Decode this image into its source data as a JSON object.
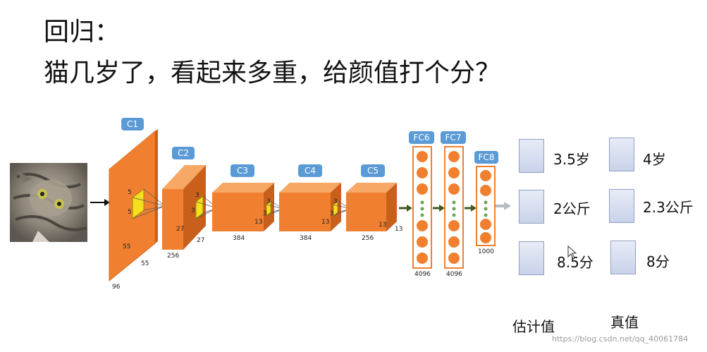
{
  "title": {
    "line1": "回归：",
    "line2": "猫几岁了，看起来多重，给颜值打个分？"
  },
  "network": {
    "layers": [
      {
        "tag": "C1",
        "dims": [
          "5",
          "5",
          "55",
          "55",
          "96"
        ]
      },
      {
        "tag": "C2",
        "dims": [
          "3",
          "3",
          "27",
          "27",
          "256"
        ]
      },
      {
        "tag": "C3",
        "dims": [
          "3",
          "3",
          "13",
          "384"
        ]
      },
      {
        "tag": "C4",
        "dims": [
          "3",
          "3",
          "13",
          "384"
        ]
      },
      {
        "tag": "C5",
        "dims": [
          "13",
          "13",
          "256"
        ]
      },
      {
        "tag": "FC6",
        "size": "4096"
      },
      {
        "tag": "FC7",
        "size": "4096"
      },
      {
        "tag": "FC8",
        "size": "1000"
      }
    ]
  },
  "outputs": [
    {
      "estimate": "3.5岁",
      "truth": "4岁"
    },
    {
      "estimate": "2公斤",
      "truth": "2.3公斤"
    },
    {
      "estimate": "8.5分",
      "truth": "8分"
    }
  ],
  "columns": {
    "estimate": "估计值",
    "truth": "真值"
  },
  "watermark": "https://blog.csdn.net/qq_40061784",
  "colors": {
    "cube_front": "#f08030",
    "cube_top": "#f7a864",
    "cube_side": "#c8601c",
    "tag": "#5b9bd5",
    "kernel": "#f5e020",
    "arrow": "#3e5a22"
  }
}
